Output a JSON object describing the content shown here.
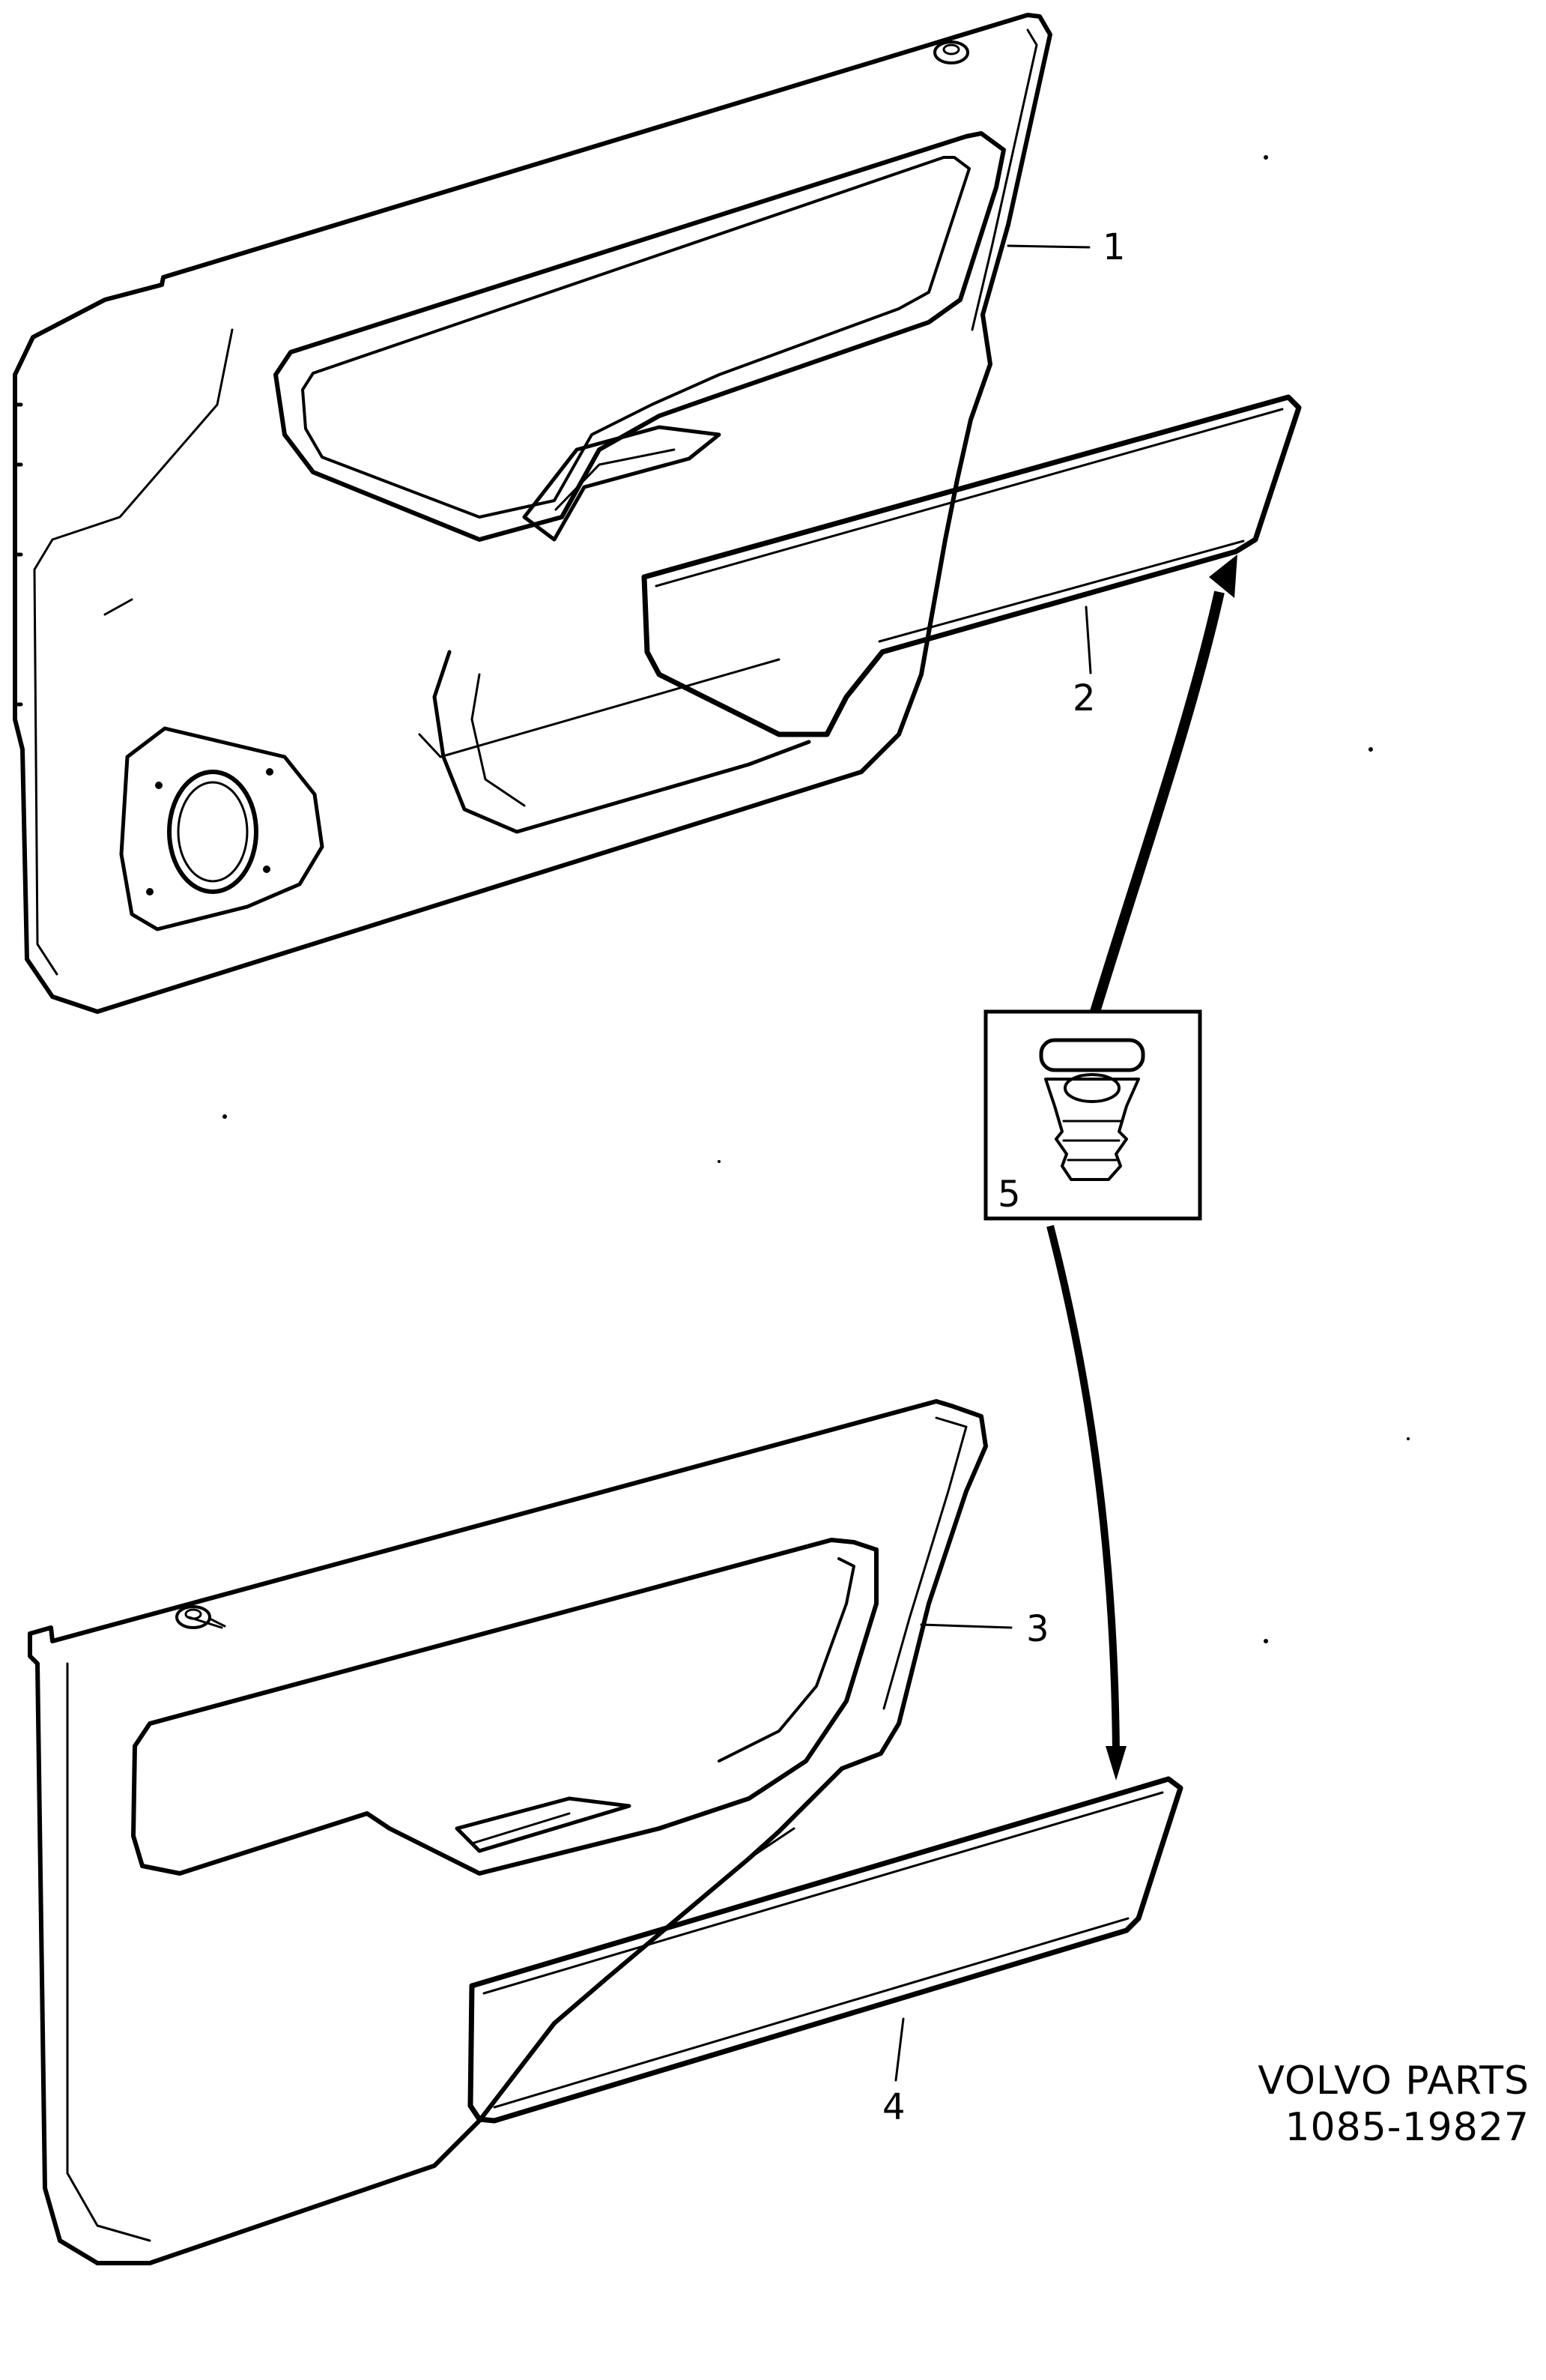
{
  "callouts": {
    "part_1": "1",
    "part_2": "2",
    "part_3": "3",
    "part_4": "4",
    "part_5": "5"
  },
  "caption": {
    "brand": "VOLVO PARTS",
    "code": "1085-19827"
  }
}
